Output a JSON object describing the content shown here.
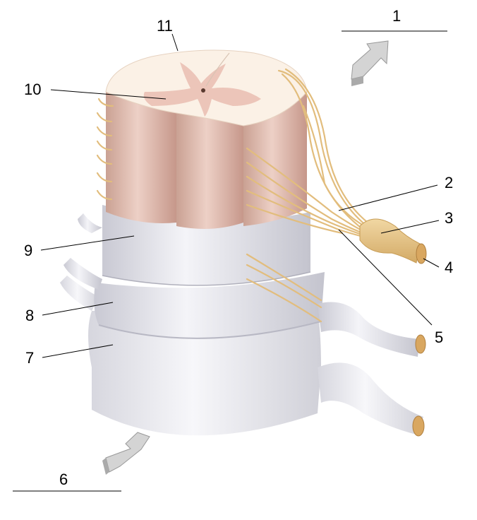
{
  "labels": {
    "l1": "1",
    "l2": "2",
    "l3": "3",
    "l4": "4",
    "l5": "5",
    "l6": "6",
    "l7": "7",
    "l8": "8",
    "l9": "9",
    "l10": "10",
    "l11": "11"
  },
  "colors": {
    "cord": "#e4c0b4",
    "white_matter": "#fbf3ea",
    "gray_matter": "#ecc5b9",
    "membrane": "#e6e6ee",
    "nerve": "#e6c388",
    "arrow": "#d4d4d4"
  }
}
